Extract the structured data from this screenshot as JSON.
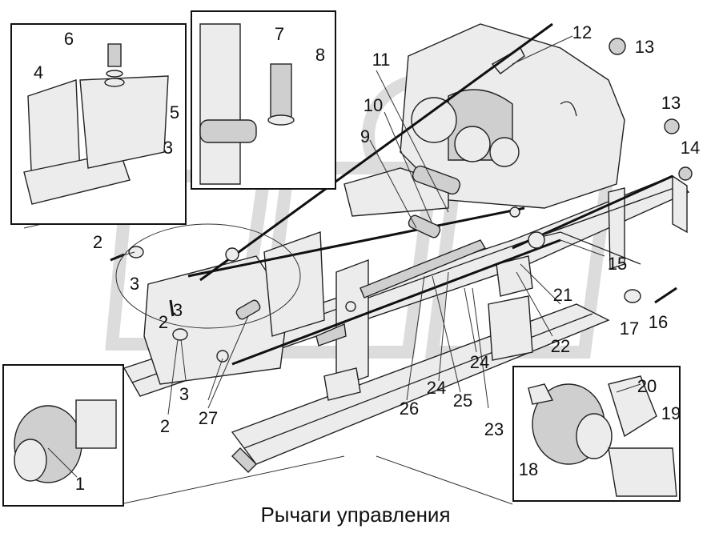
{
  "caption": "Рычаги управления",
  "callouts": [
    "1",
    "2",
    "2",
    "2",
    "3",
    "3",
    "3",
    "3",
    "4",
    "5",
    "6",
    "7",
    "8",
    "9",
    "10",
    "11",
    "12",
    "13",
    "13",
    "14",
    "15",
    "16",
    "17",
    "18",
    "19",
    "20",
    "21",
    "22",
    "23",
    "24",
    "24",
    "25",
    "26",
    "27"
  ]
}
